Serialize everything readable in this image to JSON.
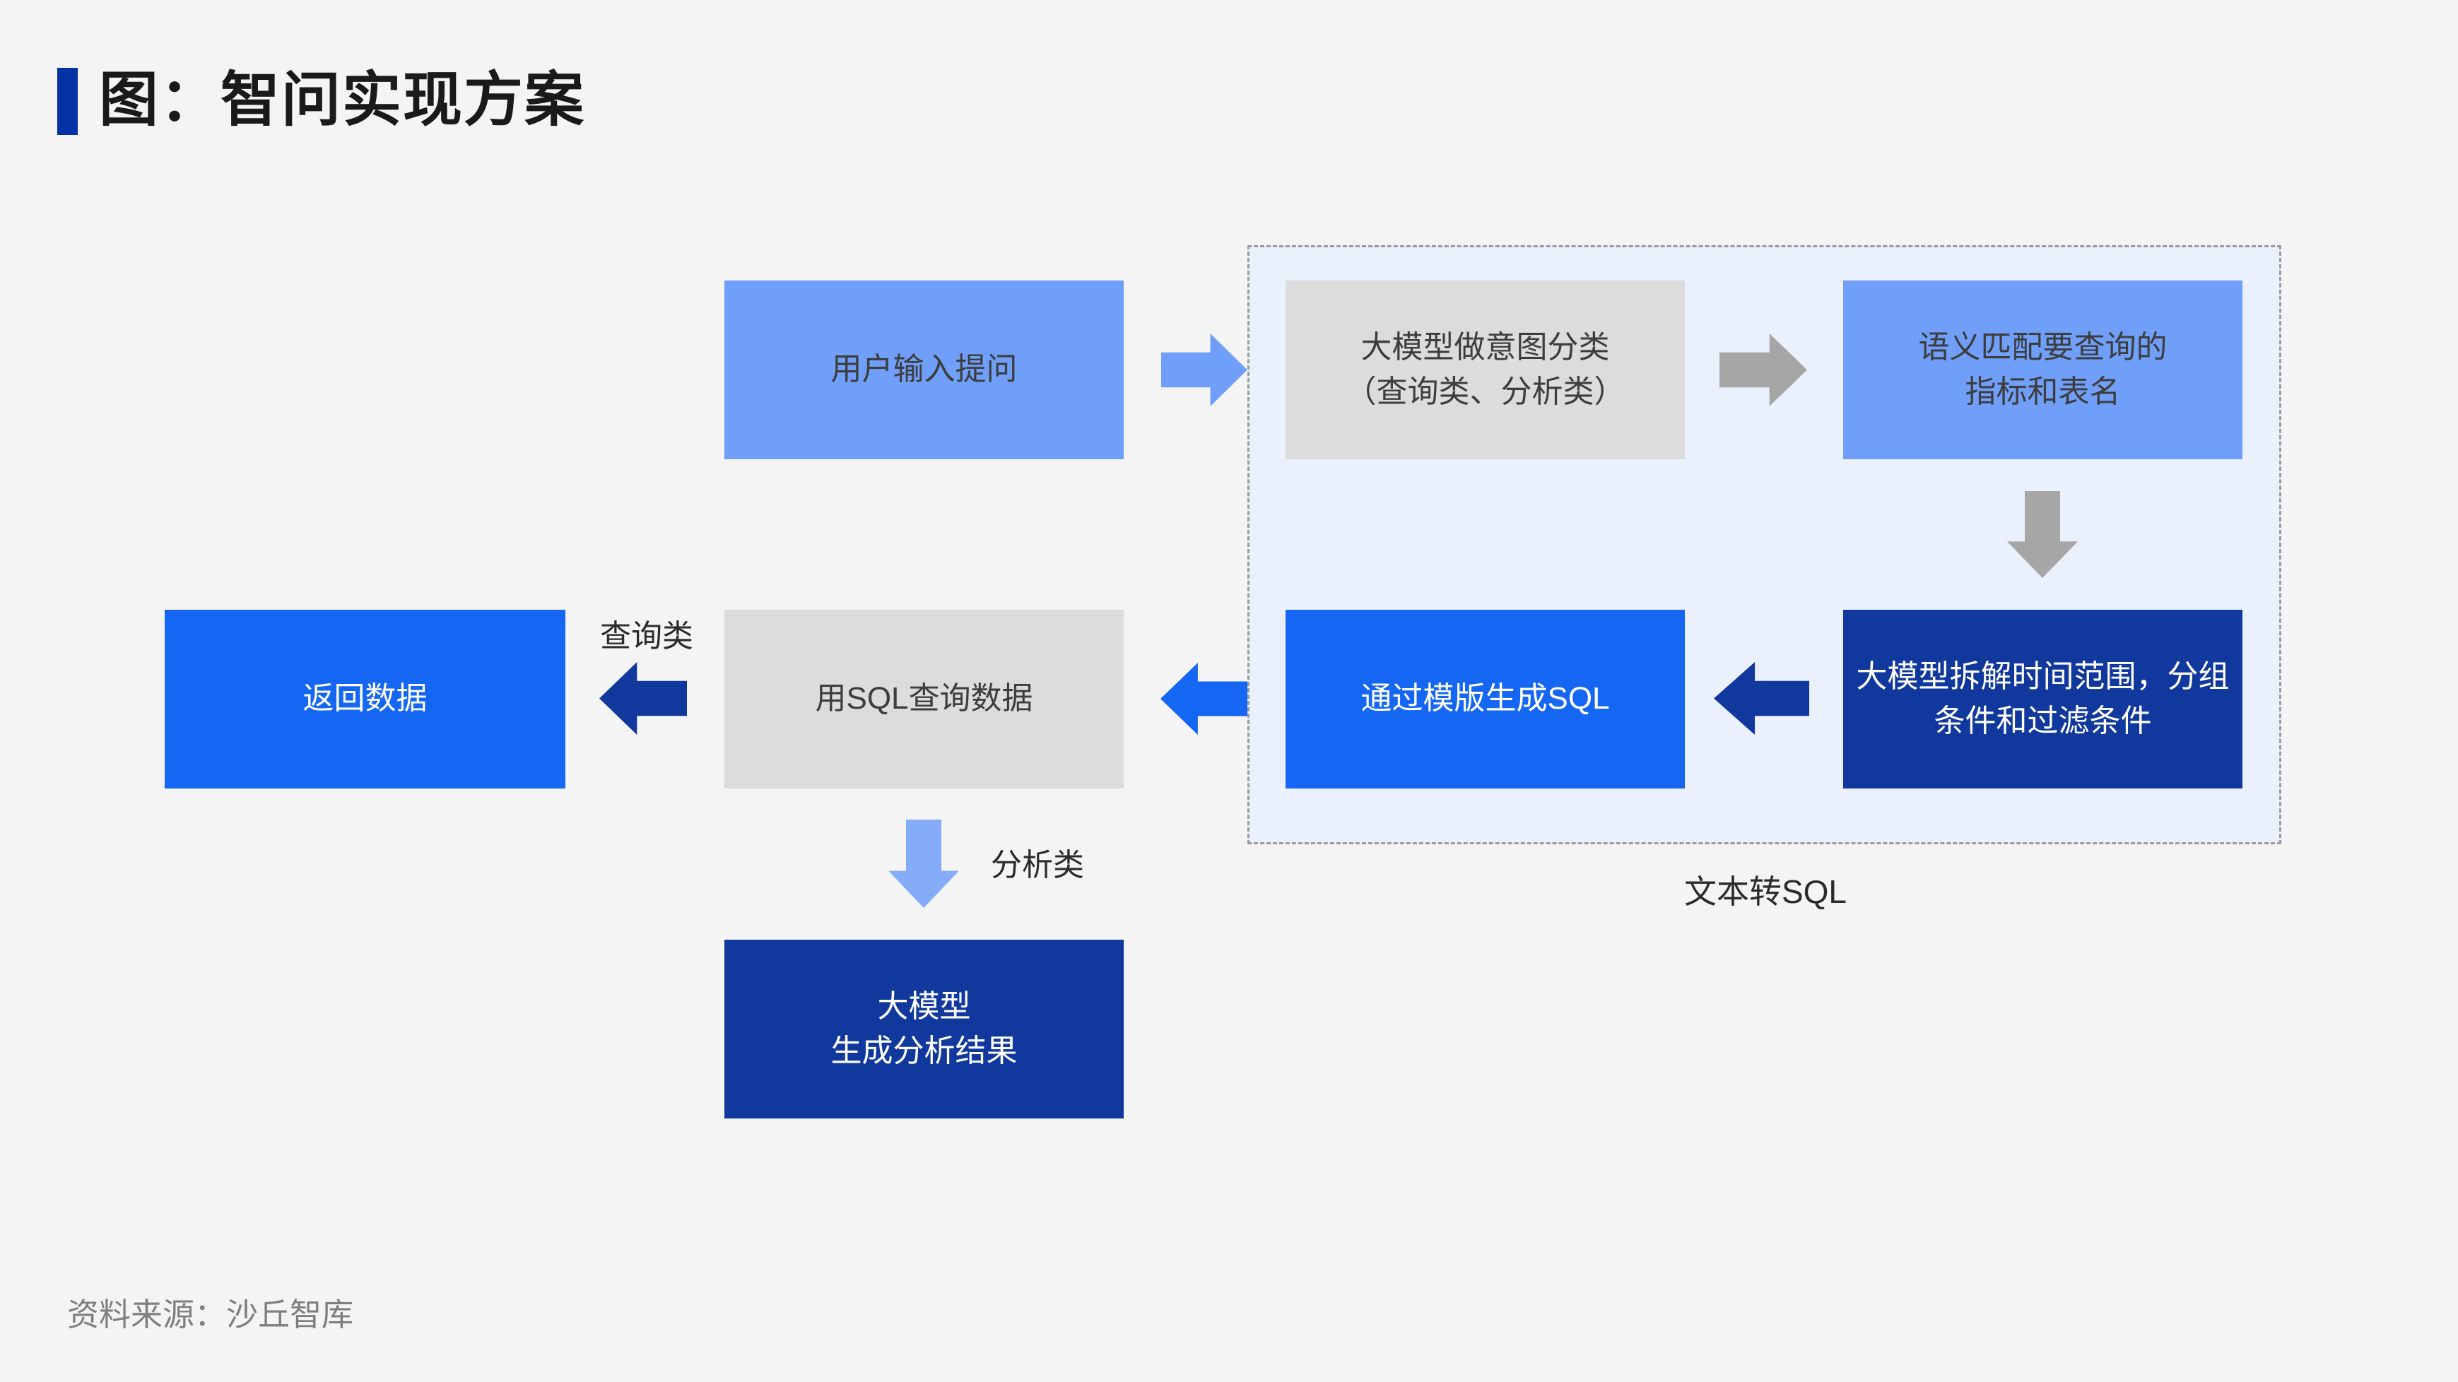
{
  "page": {
    "title": "图：智问实现方案",
    "source": "资料来源：沙丘智库"
  },
  "colors": {
    "page_bg": "#f4f4f5",
    "title_bar": "#0431a3",
    "title_text": "#1a1a1a",
    "light_blue": "#6f9ff8",
    "light_arrow": "#84acf9",
    "bright_blue": "#1566f2",
    "dark_navy": "#11389d",
    "gray_box": "#dcdcdd",
    "gray_arrow": "#a6a6a6",
    "container_bg": "#eaf1fc",
    "container_border": "#9b9b9b",
    "box_dark_text": "#3d3d3d",
    "label_text": "#2b2b2b",
    "source_text": "#7f7f7f"
  },
  "flowchart": {
    "boxes": {
      "user_input": {
        "label": "用户输入提问"
      },
      "intent_classify": {
        "label": "大模型做意图分类\n（查询类、分析类）"
      },
      "semantic_match": {
        "label": "语义匹配要查询的\n指标和表名"
      },
      "decompose": {
        "label": "大模型拆解时间范围，分组\n条件和过滤条件"
      },
      "template_sql": {
        "label": "通过模版生成SQL"
      },
      "sql_query": {
        "label": "用SQL查询数据"
      },
      "return_data": {
        "label": "返回数据"
      },
      "analysis_result": {
        "label": "大模型\n生成分析结果"
      }
    },
    "edge_labels": {
      "query_type": "查询类",
      "analysis_type": "分析类",
      "container_caption": "文本转SQL"
    }
  }
}
